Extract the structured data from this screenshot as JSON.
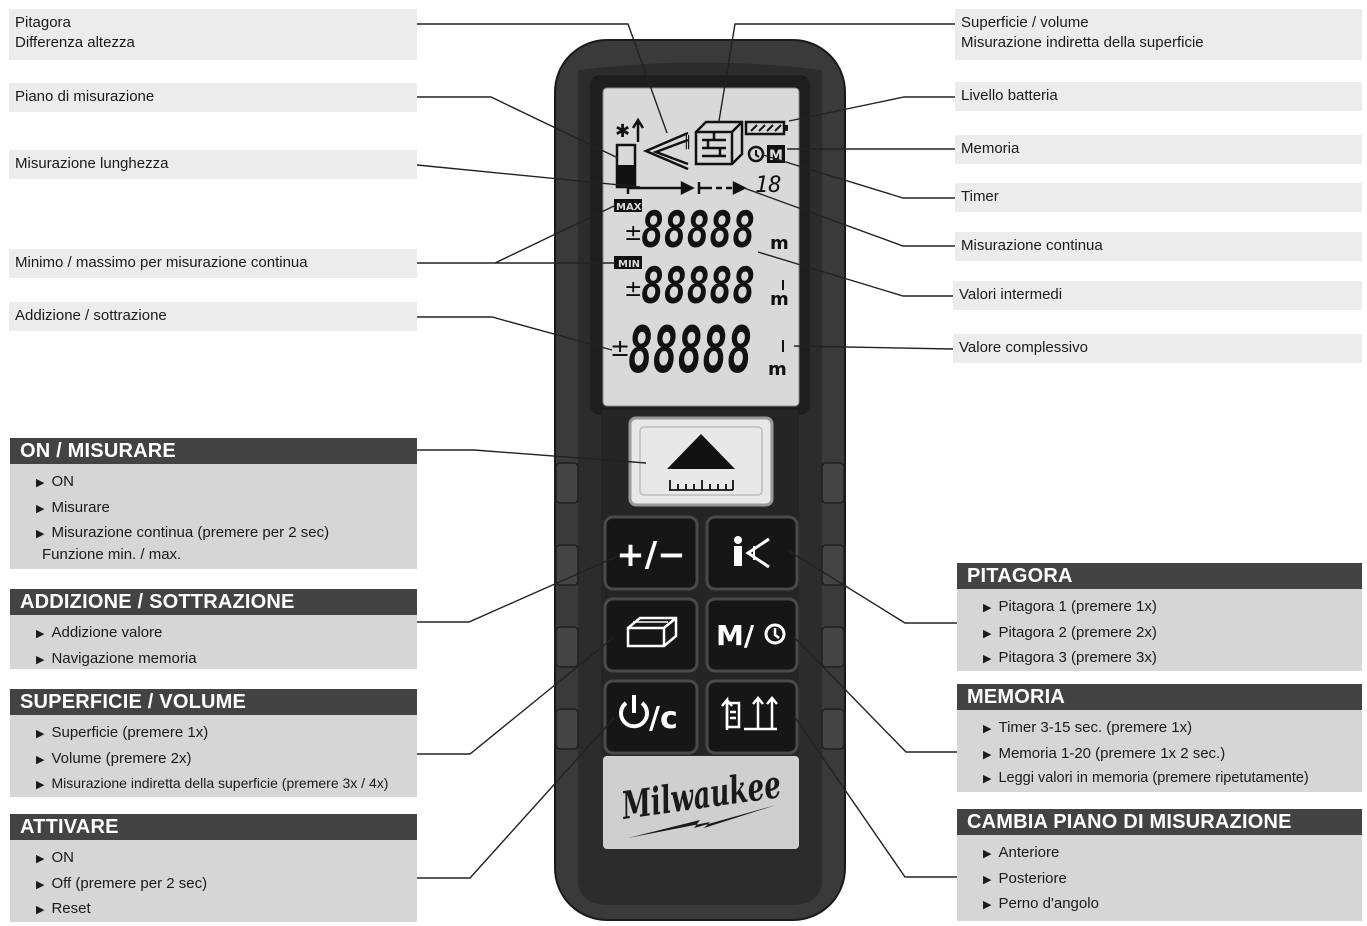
{
  "left_labels": {
    "pitagora": [
      "Pitagora",
      "Differenza altezza"
    ],
    "piano": "Piano di misurazione",
    "lunghezza": "Misurazione lunghezza",
    "minmax": "Minimo / massimo per misurazione continua",
    "addizione": "Addizione / sottrazione"
  },
  "right_labels": {
    "superficie": [
      "Superficie / volume",
      "Misurazione indiretta della superficie"
    ],
    "batteria": "Livello batteria",
    "memoria": "Memoria",
    "timer": "Timer",
    "continua": "Misurazione continua",
    "intermedi": "Valori intermedi",
    "complessivo": "Valore complessivo"
  },
  "sections": {
    "on_misurare": {
      "title": "ON / MISURARE",
      "items": [
        "ON",
        "Misurare",
        "Misurazione continua (premere per 2 sec)"
      ],
      "note": "Funzione min. / max."
    },
    "addizione": {
      "title": "ADDIZIONE / SOTTRAZIONE",
      "items": [
        "Addizione valore",
        "Navigazione memoria"
      ]
    },
    "superficie": {
      "title": "SUPERFICIE / VOLUME",
      "items": [
        "Superficie (premere 1x)",
        "Volume (premere 2x)",
        "Misurazione indiretta della superficie (premere 3x / 4x)"
      ]
    },
    "attivare": {
      "title": "ATTIVARE",
      "items": [
        "ON",
        "Off (premere per 2 sec)",
        "Reset"
      ]
    },
    "pitagora": {
      "title": "PITAGORA",
      "items": [
        "Pitagora 1 (premere 1x)",
        "Pitagora 2 (premere 2x)",
        "Pitagora 3 (premere 3x)"
      ]
    },
    "memoria": {
      "title": "MEMORIA",
      "items": [
        "Timer 3-15 sec. (premere 1x)",
        "Memoria 1-20 (premere 1x 2 sec.)",
        "Leggi valori in memoria (premere ripetutamente)"
      ]
    },
    "cambia": {
      "title": "CAMBIA PIANO DI MISURAZIONE",
      "items": [
        "Anteriore",
        "Posteriore",
        "Perno d'angolo"
      ]
    }
  },
  "display": {
    "digits": "88888",
    "timer_digits": "18",
    "max_badge": "MAX",
    "min_badge": "MIN",
    "memory_badge": "M",
    "unit": "m",
    "plus_minus": "±",
    "asterisk": "✱"
  },
  "buttons": {
    "plus_minus": "+/−",
    "memory_timer": "M/",
    "power_clear": "/c"
  },
  "brand": "Milwaukee",
  "colors": {
    "housing": "#3a3a3a",
    "housing_dark": "#262626",
    "screen": "#d9d9d9",
    "section_header": "#434343",
    "section_body": "#d6d6d6",
    "label_bg": "#ececec"
  }
}
